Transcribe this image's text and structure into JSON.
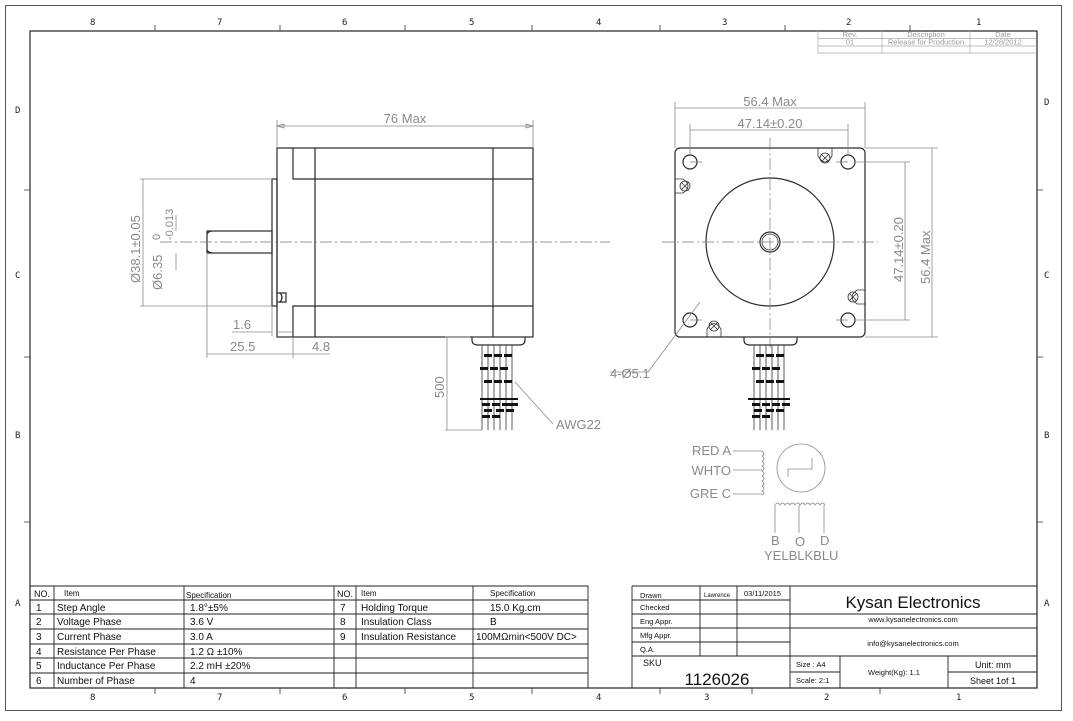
{
  "zones": {
    "columns": [
      "8",
      "7",
      "6",
      "5",
      "4",
      "3",
      "2",
      "1"
    ],
    "rows": [
      "D",
      "C",
      "B",
      "A"
    ]
  },
  "revision": {
    "headers": [
      "Rev.",
      "Description",
      "Date"
    ],
    "rows": [
      [
        "01",
        "Release for Production",
        "12/28/2012"
      ]
    ]
  },
  "side_view": {
    "length": "76 Max",
    "pilot_diameter": "Ø38.1±0.05",
    "shaft_diameter": "Ø6.35",
    "shaft_tol_upper": "0",
    "shaft_tol_lower": "-0.013",
    "pilot_depth": "1.6",
    "shaft_length": "25.5",
    "flange_thickness": "4.8",
    "lead_length": "500",
    "wire_gauge": "AWG22"
  },
  "front_view": {
    "width": "56.4 Max",
    "hole_spacing_h": "47.14±0.20",
    "hole_spacing_v": "47.14±0.20",
    "height": "56.4 Max",
    "holes": "4-Ø5.1"
  },
  "wiring": {
    "left": [
      "RED A",
      "WHTO",
      "GRE C"
    ],
    "bottom_letters": [
      "B",
      "O",
      "D"
    ],
    "bottom_colors": "YELBLKBLU"
  },
  "spec_table": {
    "headers": [
      "NO.",
      "Item",
      "Specification"
    ],
    "left": [
      [
        "1",
        "Step Angle",
        "1.8°±5%"
      ],
      [
        "2",
        "Voltage Phase",
        "3.6 V"
      ],
      [
        "3",
        "Current Phase",
        "3.0 A"
      ],
      [
        "4",
        "Resistance Per Phase",
        "1.2 Ω  ±10%"
      ],
      [
        "5",
        "Inductance Per Phase",
        "2.2 mH ±20%"
      ],
      [
        "6",
        "Number of Phase",
        "4"
      ]
    ],
    "right": [
      [
        "7",
        "Holding Torque",
        "15.0 Kg.cm"
      ],
      [
        "8",
        "Insulation Class",
        "B"
      ],
      [
        "9",
        "Insulation Resistance",
        "100MΩmin<500V DC>"
      ]
    ]
  },
  "title_block": {
    "roles": [
      "Drawn",
      "Checked",
      "Eng Appr.",
      "Mfg Appr.",
      "Q.A."
    ],
    "drawn_by": "Lawrence",
    "drawn_date": "03/11/2015",
    "company": "Kysan Electronics",
    "website": "www.kysanelectronics.com",
    "email": "info@kysanelectronics.com",
    "sku_label": "SKU",
    "sku": "1126026",
    "size": "Size : A4",
    "scale": "Scale: 2:1",
    "weight": "Weight(Kg):  1.1",
    "unit": "Unit: mm",
    "sheet": "Sheet 1of 1"
  }
}
